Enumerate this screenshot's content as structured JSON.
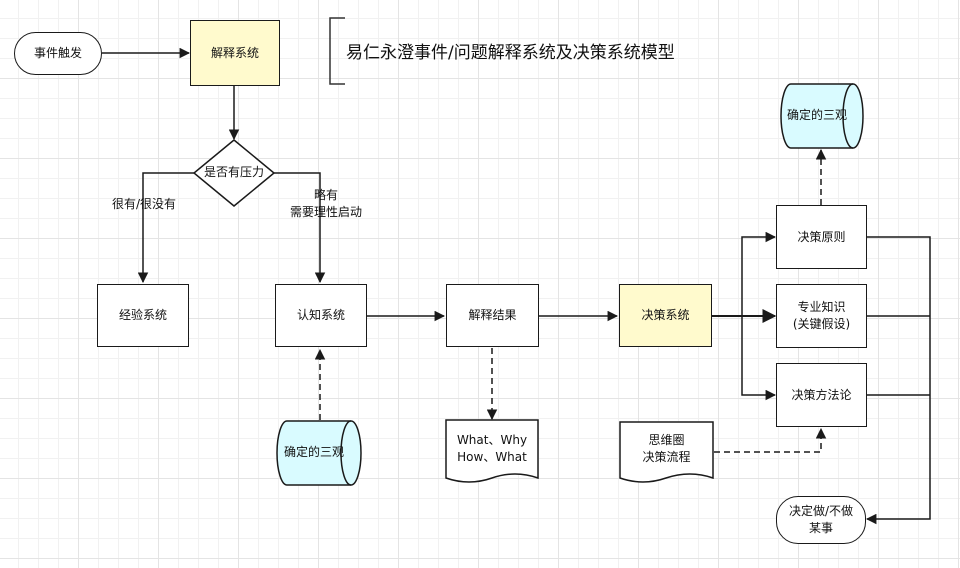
{
  "title": "易仁永澄事件/问题解释系统及决策系统模型",
  "nodes": {
    "trigger": "事件触发",
    "explain_system": "解释系统",
    "pressure": "是否有压力",
    "experience_system": "经验系统",
    "cognition_system": "认知系统",
    "explain_result": "解释结果",
    "decision_system": "决策系统",
    "decision_principle": "决策原则",
    "knowledge": "专业知识\n(关键假设)",
    "methodology": "决策方法论",
    "outcome": "决定做/不做\n某事",
    "worldview_top": "确定的三观",
    "worldview_bottom": "确定的三观",
    "whw": "What、Why\nHow、What",
    "thinking": "思维圈\n决策流程"
  },
  "labels": {
    "left_branch": "很有/很没有",
    "right_branch": "略有\n需要理性启动"
  },
  "colors": {
    "yellow_fill": "#fffacd",
    "cylinder_fill": "#d9fbff",
    "stroke": "#1a1a1a"
  }
}
